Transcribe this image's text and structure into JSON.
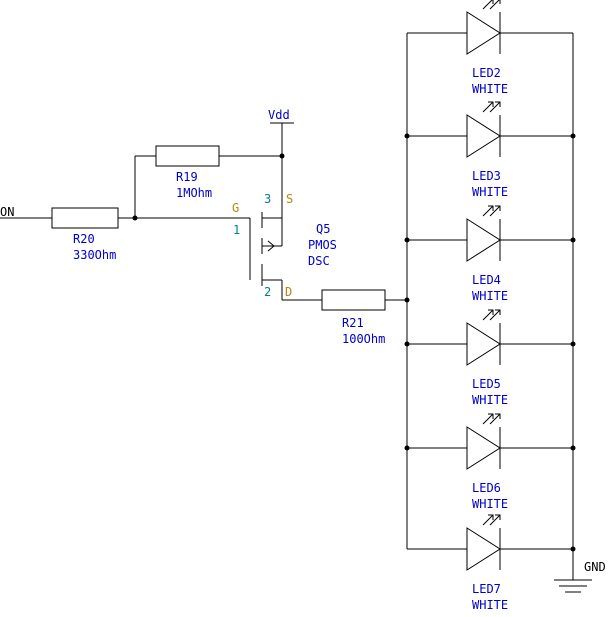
{
  "nets": {
    "on": "ON",
    "vdd": "Vdd",
    "gnd": "GND"
  },
  "r19": {
    "ref": "R19",
    "value": "1MOhm"
  },
  "r20": {
    "ref": "R20",
    "value": "330Ohm"
  },
  "r21": {
    "ref": "R21",
    "value": "100Ohm"
  },
  "q5": {
    "ref": "Q5",
    "type": "PMOS",
    "model": "DSC",
    "pin_s_num": "3",
    "pin_s": "S",
    "pin_g_num": "1",
    "pin_g": "G",
    "pin_d_num": "2",
    "pin_d": "D"
  },
  "leds": [
    {
      "ref": "LED2",
      "value": "WHITE"
    },
    {
      "ref": "LED3",
      "value": "WHITE"
    },
    {
      "ref": "LED4",
      "value": "WHITE"
    },
    {
      "ref": "LED5",
      "value": "WHITE"
    },
    {
      "ref": "LED6",
      "value": "WHITE"
    },
    {
      "ref": "LED7",
      "value": "WHITE"
    }
  ],
  "colors": {
    "wire": "#000000",
    "label": "#0000cc",
    "pin_number": "#008080",
    "pin_letter": "#b8860b"
  }
}
